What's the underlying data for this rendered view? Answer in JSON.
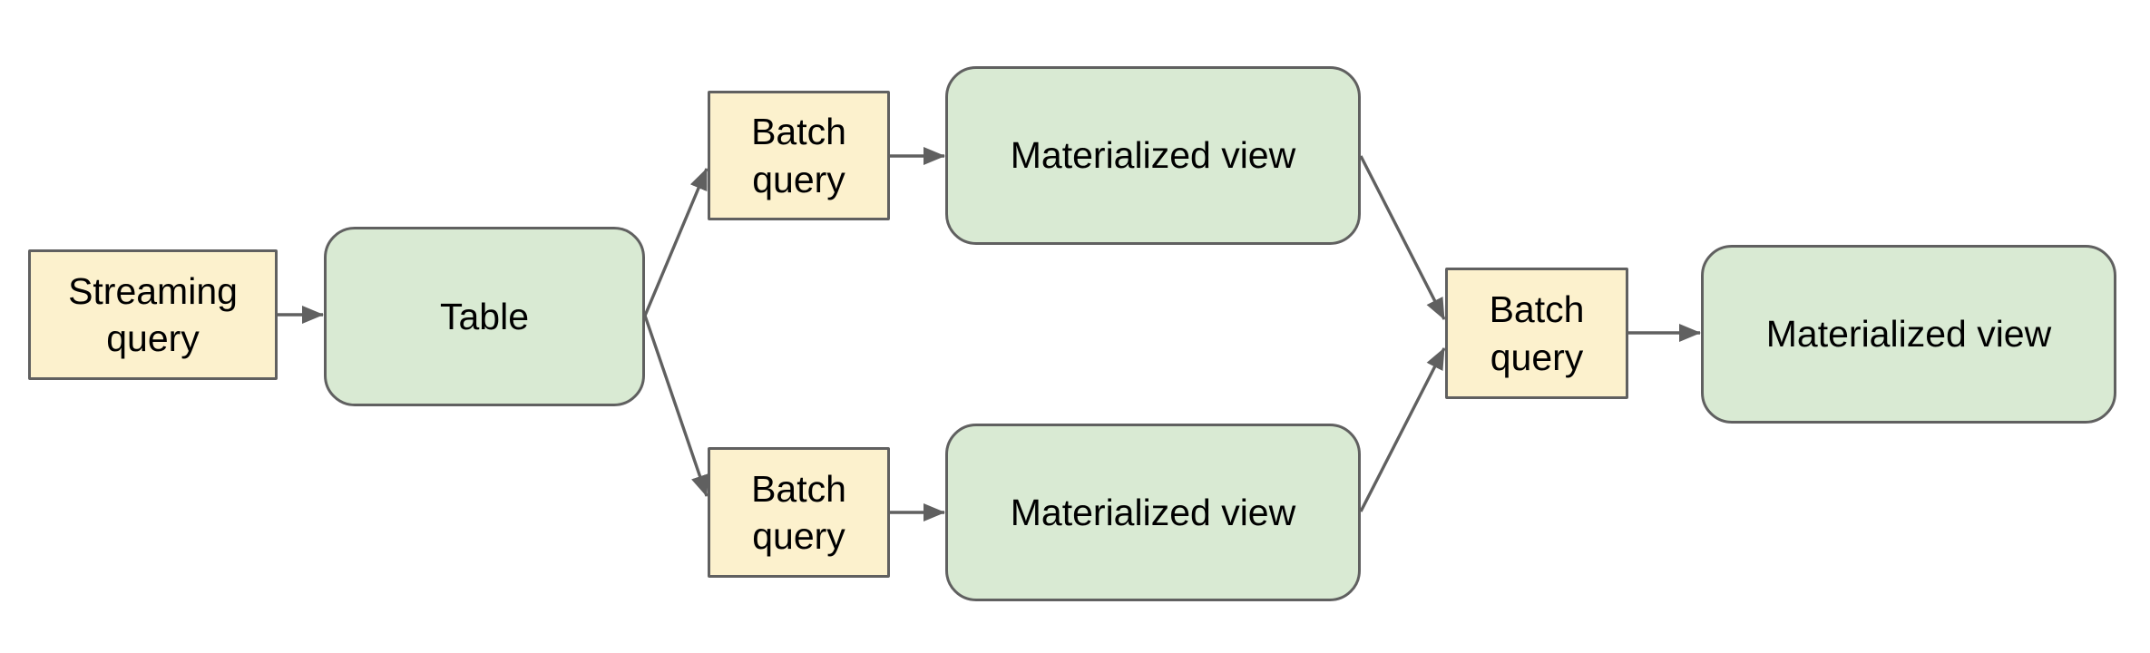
{
  "diagram": {
    "colors": {
      "background": "#ffffff",
      "query_fill": "#fcf1cd",
      "data_fill": "#d9ead3",
      "border": "#606060",
      "arrow": "#606060",
      "text": "#000000"
    },
    "nodes": [
      {
        "id": "streaming-query",
        "label": "Streaming query",
        "kind": "query"
      },
      {
        "id": "table",
        "label": "Table",
        "kind": "data"
      },
      {
        "id": "batch-query-top",
        "label": "Batch query",
        "kind": "query"
      },
      {
        "id": "materialized-view-top",
        "label": "Materialized view",
        "kind": "data"
      },
      {
        "id": "batch-query-bottom",
        "label": "Batch query",
        "kind": "query"
      },
      {
        "id": "materialized-view-bottom",
        "label": "Materialized view",
        "kind": "data"
      },
      {
        "id": "batch-query-merge",
        "label": "Batch query",
        "kind": "query"
      },
      {
        "id": "materialized-view-final",
        "label": "Materialized view",
        "kind": "data"
      }
    ],
    "edges": [
      {
        "from": "streaming-query",
        "to": "table"
      },
      {
        "from": "table",
        "to": "batch-query-top"
      },
      {
        "from": "table",
        "to": "batch-query-bottom"
      },
      {
        "from": "batch-query-top",
        "to": "materialized-view-top"
      },
      {
        "from": "batch-query-bottom",
        "to": "materialized-view-bottom"
      },
      {
        "from": "materialized-view-top",
        "to": "batch-query-merge"
      },
      {
        "from": "materialized-view-bottom",
        "to": "batch-query-merge"
      },
      {
        "from": "batch-query-merge",
        "to": "materialized-view-final"
      }
    ]
  }
}
